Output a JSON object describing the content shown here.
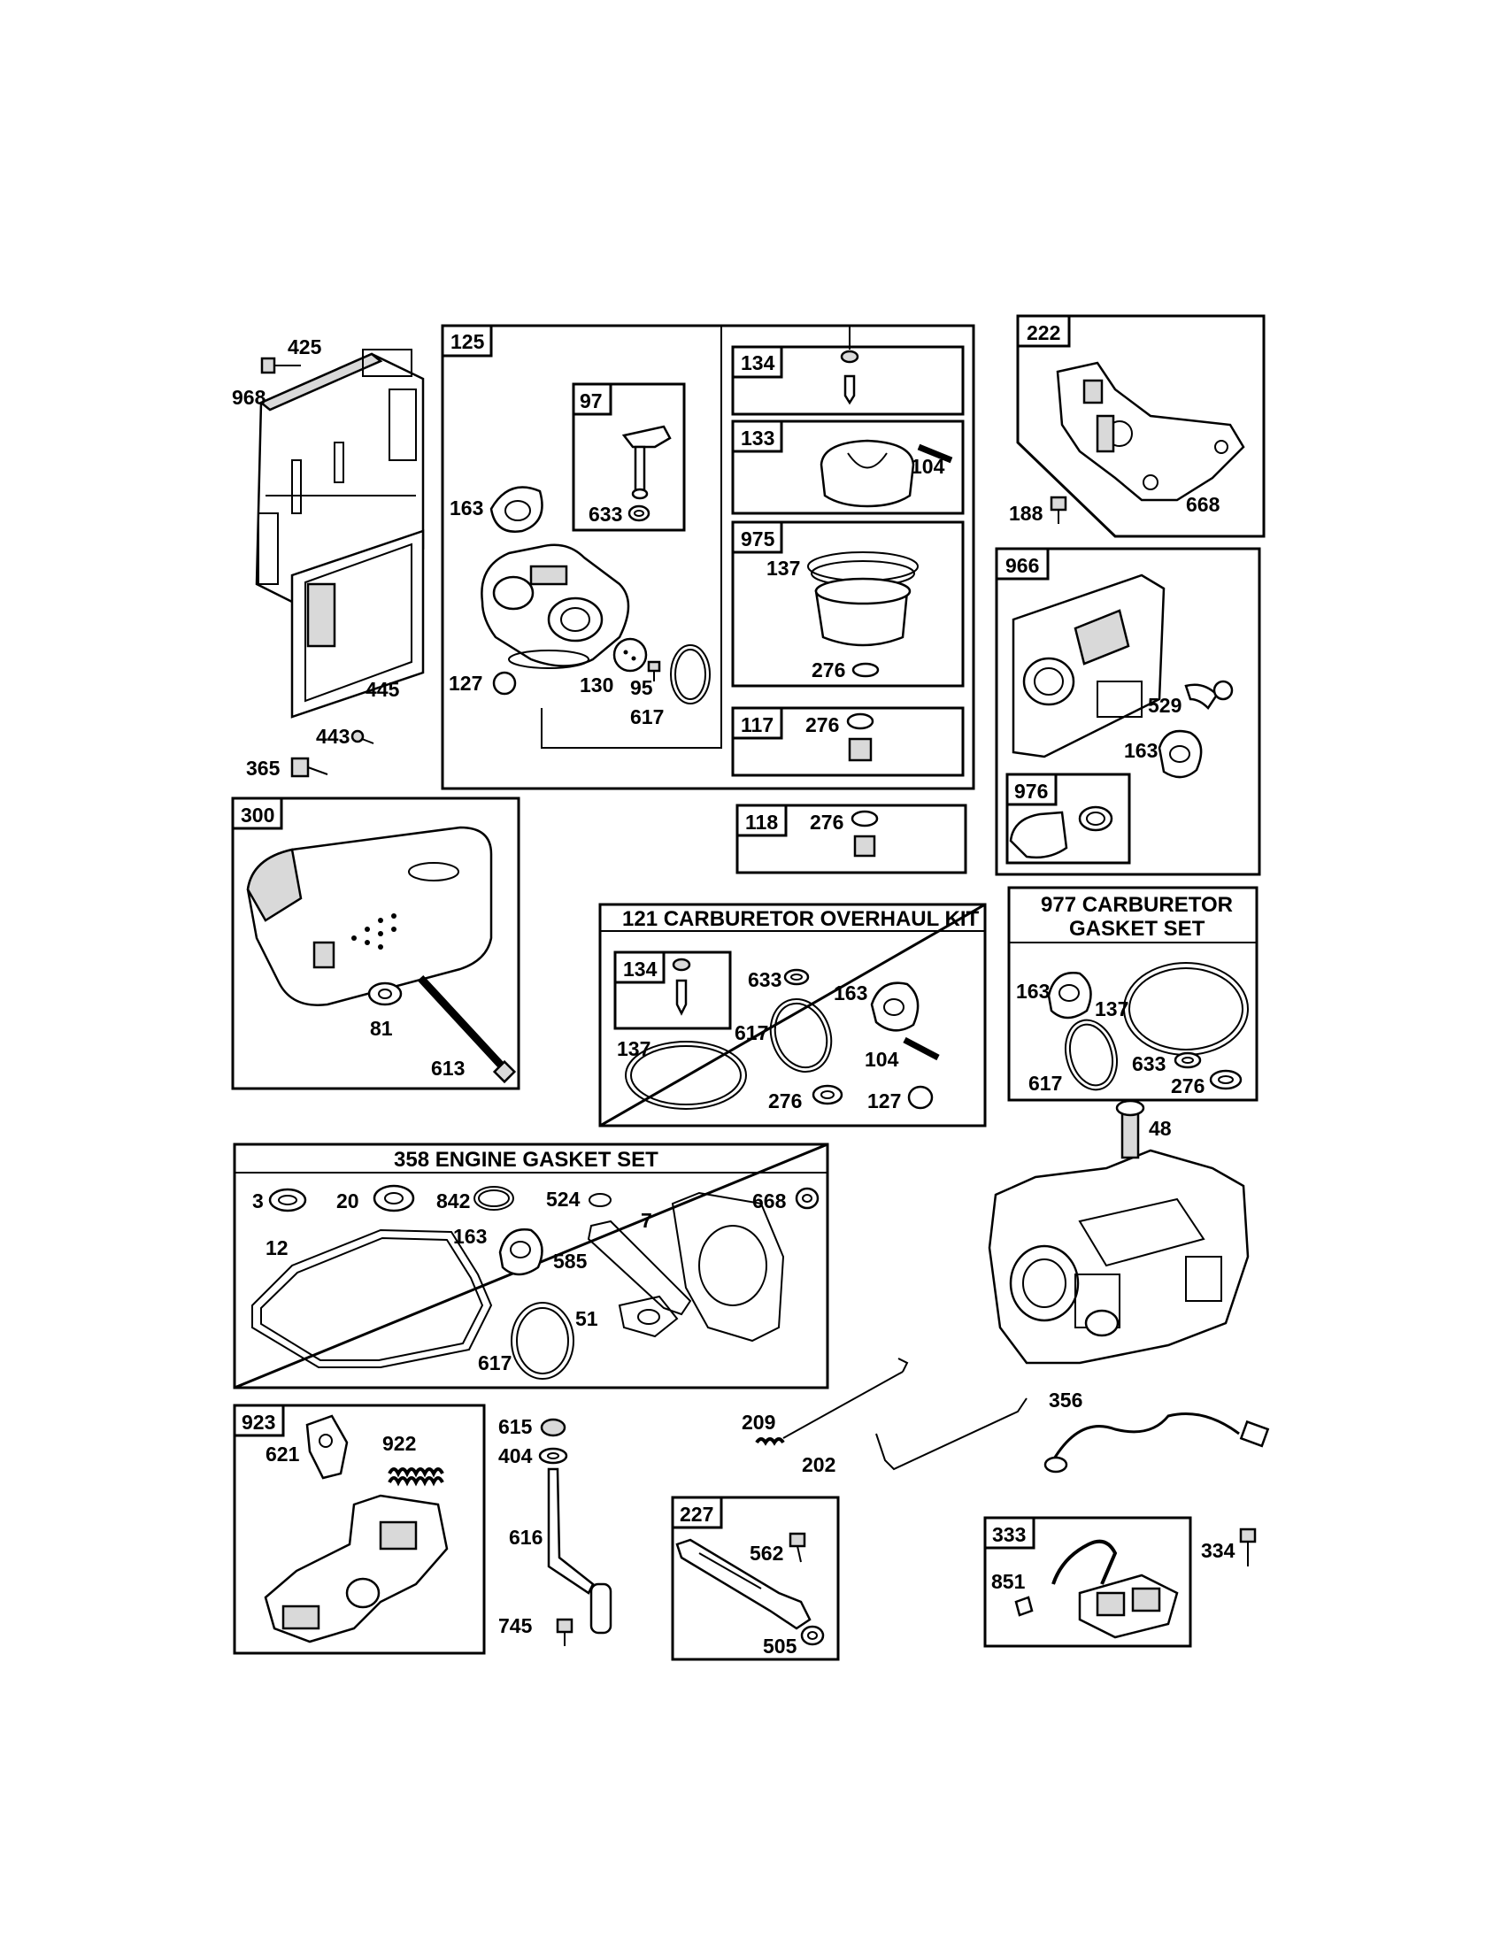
{
  "groups": {
    "g125": "125",
    "g134a": "134",
    "g97": "97",
    "g133": "133",
    "g975": "975",
    "g117": "117",
    "g118": "118",
    "g222": "222",
    "g966": "966",
    "g976": "976",
    "g300": "300",
    "g134b": "134",
    "g923": "923",
    "g227": "227",
    "g333": "333"
  },
  "kits": {
    "carb_overhaul": "121 CARBURETOR OVERHAUL KIT",
    "carb_gasket_line1": "977 CARBURETOR",
    "carb_gasket_line2": "GASKET SET",
    "engine_gasket": "358 ENGINE GASKET SET"
  },
  "parts": {
    "p425": "425",
    "p968": "968",
    "p445": "445",
    "p443": "443",
    "p365": "365",
    "p163a": "163",
    "p633a": "633",
    "p127a": "127",
    "p130": "130",
    "p95": "95",
    "p617a": "617",
    "p104a": "104",
    "p137a": "137",
    "p276a": "276",
    "p276b": "276",
    "p276c": "276",
    "p188": "188",
    "p668a": "668",
    "p529": "529",
    "p163b": "163",
    "p81": "81",
    "p613": "613",
    "p633b": "633",
    "p163c": "163",
    "p617b": "617",
    "p137b": "137",
    "p104b": "104",
    "p276d": "276",
    "p127b": "127",
    "p163d": "163",
    "p137c": "137",
    "p617c": "617",
    "p633c": "633",
    "p276e": "276",
    "p48": "48",
    "p3": "3",
    "p20": "20",
    "p842": "842",
    "p524": "524",
    "p7": "7",
    "p668b": "668",
    "p12": "12",
    "p163e": "163",
    "p585": "585",
    "p51": "51",
    "p617d": "617",
    "p621": "621",
    "p922": "922",
    "p615": "615",
    "p404": "404",
    "p616": "616",
    "p745": "745",
    "p209": "209",
    "p202": "202",
    "p356": "356",
    "p562": "562",
    "p505": "505",
    "p851": "851",
    "p334": "334"
  }
}
